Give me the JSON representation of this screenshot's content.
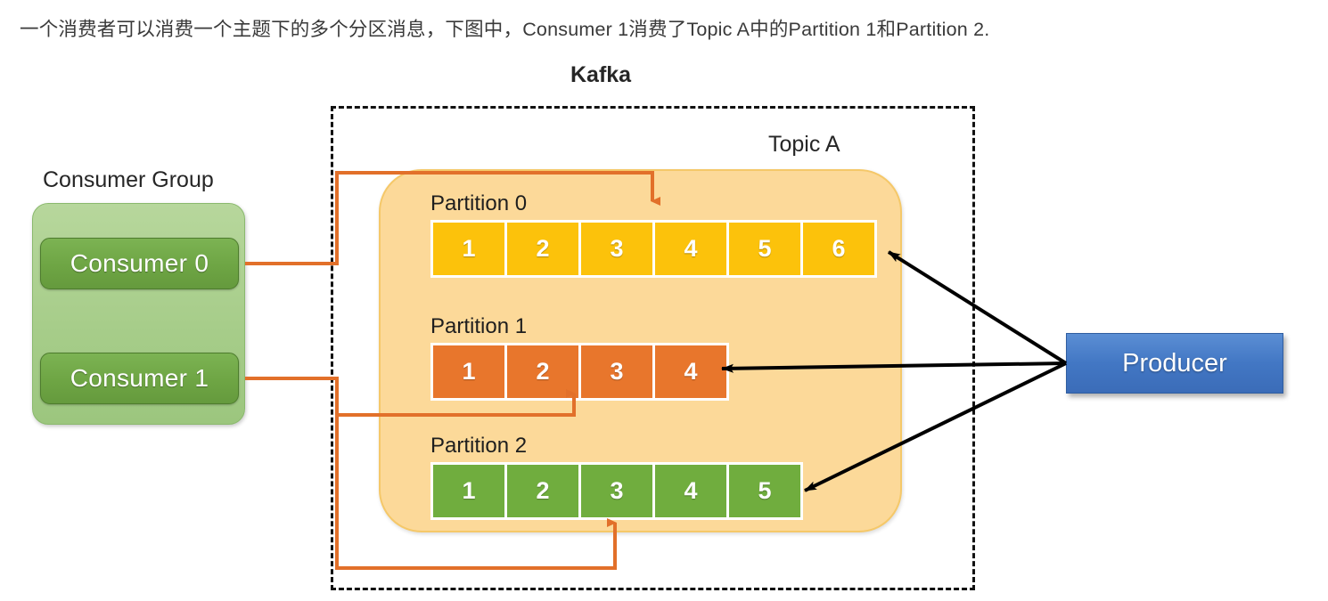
{
  "caption": "一个消费者可以消费一个主题下的多个分区消息，下图中，Consumer 1消费了Topic A中的Partition 1和Partition 2.",
  "labels": {
    "kafka": "Kafka",
    "topic": "Topic A",
    "consumer_group": "Consumer Group"
  },
  "consumer_group": {
    "title": "Consumer Group",
    "consumers": [
      {
        "label": "Consumer 0"
      },
      {
        "label": "Consumer 1"
      }
    ]
  },
  "topic": {
    "name": "Topic A",
    "partitions": [
      {
        "title": "Partition 0",
        "color": "#fcc20b",
        "messages": [
          "1",
          "2",
          "3",
          "4",
          "5",
          "6"
        ]
      },
      {
        "title": "Partition 1",
        "color": "#e8762c",
        "messages": [
          "1",
          "2",
          "3",
          "4"
        ]
      },
      {
        "title": "Partition 2",
        "color": "#70ad3e",
        "messages": [
          "1",
          "2",
          "3",
          "4",
          "5"
        ]
      }
    ]
  },
  "producer": {
    "label": "Producer"
  },
  "colors": {
    "partition_0": "#fcc20b",
    "partition_1": "#e8762c",
    "partition_2": "#70ad3e",
    "topic_panel": "#fcd999",
    "consumer_group_box": "#a7cd8a",
    "consumer_box": "#6ea544",
    "producer_box": "#4277c4",
    "consumer_connector": "#e2702a",
    "producer_arrow": "#000000",
    "kafka_boundary": "#111111"
  },
  "connections": {
    "consumer_to_partition": [
      {
        "from": "Consumer 0",
        "to": "Partition 0"
      },
      {
        "from": "Consumer 1",
        "to": "Partition 1"
      },
      {
        "from": "Consumer 1",
        "to": "Partition 2"
      }
    ],
    "producer_to_partition": [
      {
        "from": "Producer",
        "to": "Partition 0"
      },
      {
        "from": "Producer",
        "to": "Partition 1"
      },
      {
        "from": "Producer",
        "to": "Partition 2"
      }
    ]
  }
}
